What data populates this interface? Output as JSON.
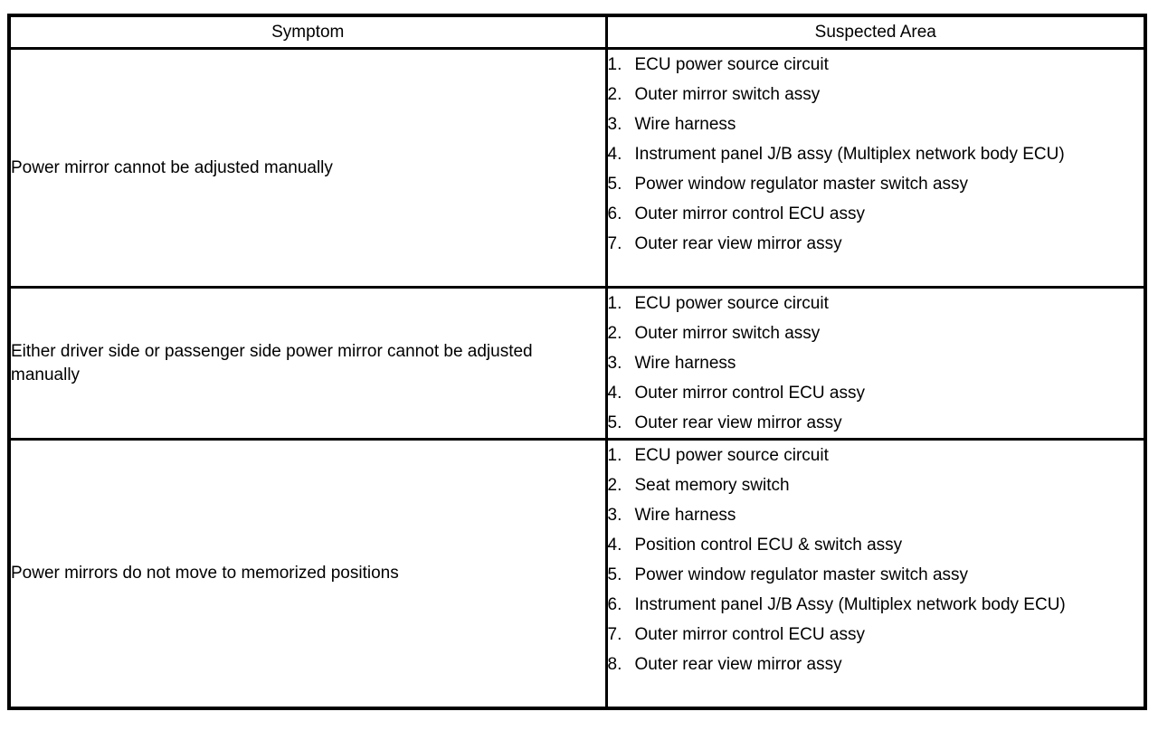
{
  "colors": {
    "background": "#ffffff",
    "text": "#000000",
    "border": "#000000"
  },
  "table": {
    "headers": {
      "symptom": "Symptom",
      "suspected_area": "Suspected Area"
    },
    "rows": [
      {
        "symptom": "Power mirror cannot be adjusted manually",
        "suspected_areas": [
          "ECU power source circuit",
          "Outer mirror switch assy",
          "Wire harness",
          "Instrument panel J/B assy (Multiplex network body ECU)",
          "Power window regulator master switch assy",
          "Outer mirror control ECU assy",
          "Outer rear view mirror assy"
        ]
      },
      {
        "symptom": "Either driver side or passenger side power mirror cannot be adjusted manually",
        "suspected_areas": [
          "ECU power source circuit",
          "Outer mirror switch assy",
          "Wire harness",
          "Outer mirror control ECU assy",
          "Outer rear view mirror assy"
        ]
      },
      {
        "symptom": "Power mirrors do not move to memorized positions",
        "suspected_areas": [
          "ECU power source circuit",
          "Seat memory switch",
          "Wire harness",
          "Position control ECU & switch assy",
          "Power window regulator master switch assy",
          "Instrument panel J/B Assy (Multiplex network body ECU)",
          "Outer mirror control ECU assy",
          "Outer rear view mirror assy"
        ]
      }
    ]
  }
}
